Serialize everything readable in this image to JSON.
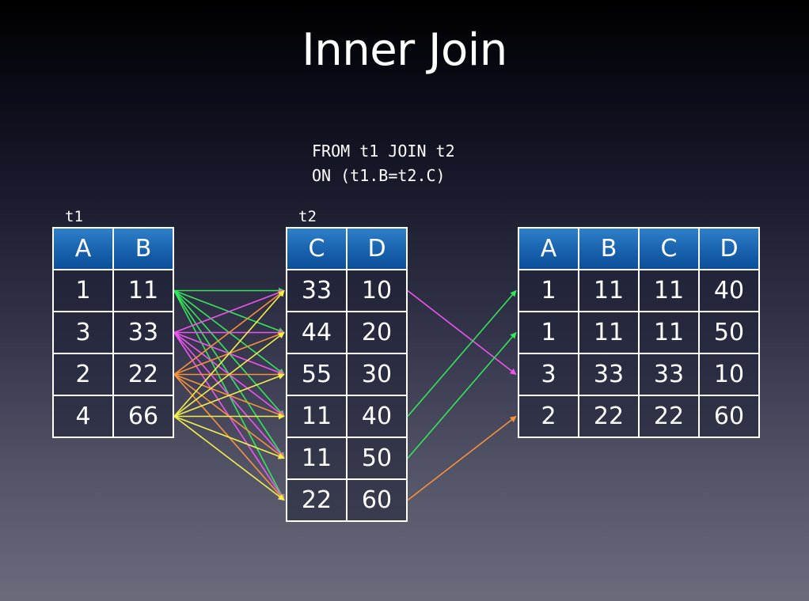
{
  "title": "Inner Join",
  "sql": {
    "line1": "FROM t1 JOIN t2",
    "line2": "ON (t1.B=t2.C)"
  },
  "t1": {
    "label": "t1",
    "headers": [
      "A",
      "B"
    ],
    "rows": [
      [
        "1",
        "11"
      ],
      [
        "3",
        "33"
      ],
      [
        "2",
        "22"
      ],
      [
        "4",
        "66"
      ]
    ]
  },
  "t2": {
    "label": "t2",
    "headers": [
      "C",
      "D"
    ],
    "rows": [
      [
        "33",
        "10"
      ],
      [
        "44",
        "20"
      ],
      [
        "55",
        "30"
      ],
      [
        "11",
        "40"
      ],
      [
        "11",
        "50"
      ],
      [
        "22",
        "60"
      ]
    ]
  },
  "result": {
    "headers": [
      "A",
      "B",
      "C",
      "D"
    ],
    "rows": [
      [
        "1",
        "11",
        "11",
        "40"
      ],
      [
        "1",
        "11",
        "11",
        "50"
      ],
      [
        "3",
        "33",
        "33",
        "10"
      ],
      [
        "2",
        "22",
        "22",
        "60"
      ]
    ]
  },
  "colors": {
    "t1_row_1": "#33e65a",
    "t1_row_2": "#ee55ee",
    "t1_row_3": "#f6923c",
    "t1_row_4": "#f2ef4c"
  },
  "match_arrows": [
    {
      "from_t2_row": 0,
      "to_result_row": 2,
      "color": "#ee55ee"
    },
    {
      "from_t2_row": 3,
      "to_result_row": 0,
      "color": "#33e65a"
    },
    {
      "from_t2_row": 4,
      "to_result_row": 1,
      "color": "#33e65a"
    },
    {
      "from_t2_row": 5,
      "to_result_row": 3,
      "color": "#f6923c"
    }
  ]
}
